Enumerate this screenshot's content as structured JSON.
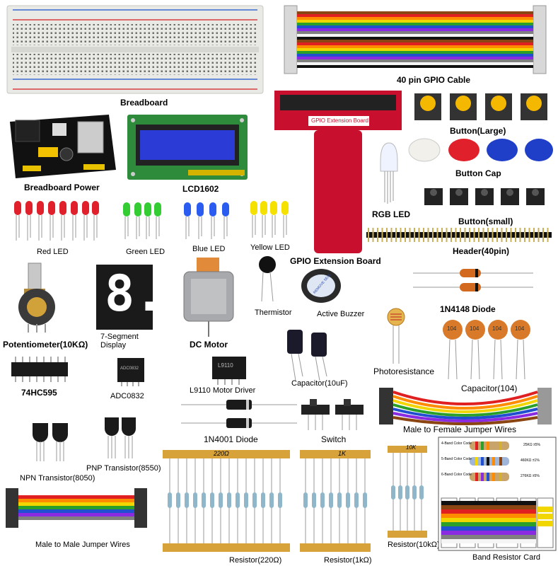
{
  "labels": {
    "breadboard": "Breadboard",
    "gpio_cable": "40 pin GPIO Cable",
    "breadboard_power": "Breadboard Power",
    "lcd": "LCD1602",
    "gpio_board": "GPIO Extension Board",
    "gpio_board_header": "GPIO Extension Board",
    "button_large": "Button(Large)",
    "button_cap": "Button Cap",
    "rgb_led": "RGB LED",
    "button_small": "Button(small)",
    "red_led": "Red LED",
    "green_led": "Green LED",
    "blue_led": "Blue LED",
    "yellow_led": "Yellow LED",
    "header": "Header(40pin)",
    "potentiometer": "Potentiometer(10KΩ)",
    "seven_segment": "7-Segment\nDisplay",
    "dc_motor": "DC Motor",
    "thermistor": "Thermistor",
    "active_buzzer": "Active Buzzer",
    "diode_1n4148": "1N4148 Diode",
    "hc595": "74HC595",
    "adc0832": "ADC0832",
    "l9110": "L9110 Motor Driver",
    "capacitor_10uf": "Capacitor(10uF)",
    "photoresistance": "Photoresistance",
    "capacitor_104": "Capacitor(104)",
    "diode_1n4001": "1N4001 Diode",
    "switch": "Switch",
    "mf_jumper": "Male to Female Jumper Wires",
    "npn": "NPN Transistor(8050)",
    "pnp": "PNP Transistor(8550)",
    "resistor_220": "Resistor(220Ω)",
    "resistor_1k": "Resistor(1kΩ)",
    "resistor_10k": "Resistor(10kΩ)",
    "mm_jumper": "Male to Male Jumper Wires",
    "resistor_card": "Band Resistor Card"
  },
  "print": {
    "seven_seg_digit": "8.",
    "cap_code": "104",
    "res_tag_220": "220Ω",
    "res_tag_1k": "1K",
    "res_tag_10k": "10K",
    "chip_adc": "ADC0832",
    "chip_l9110": "L9110",
    "buzzer_text": "REMOVE SEAL",
    "card_row1": "25KΩ ±5%",
    "card_row2": "460KΩ ±1%",
    "card_row3": "276KΩ ±5%",
    "card_title1": "4-Band Color Code",
    "card_title2": "5-Band Color Code",
    "card_title3": "6-Band Color Code"
  },
  "colors": {
    "red_board": "#c8102e",
    "lcd_blue": "#2a3bd6",
    "pcb_green": "#2e8b3c",
    "button_yellow": "#f5b800",
    "cap_orange": "#d87a2a",
    "cap_cyl": "#1a1a2a",
    "resistor_body": "#8fb6c9",
    "motor_silver": "#a7a9ac"
  }
}
